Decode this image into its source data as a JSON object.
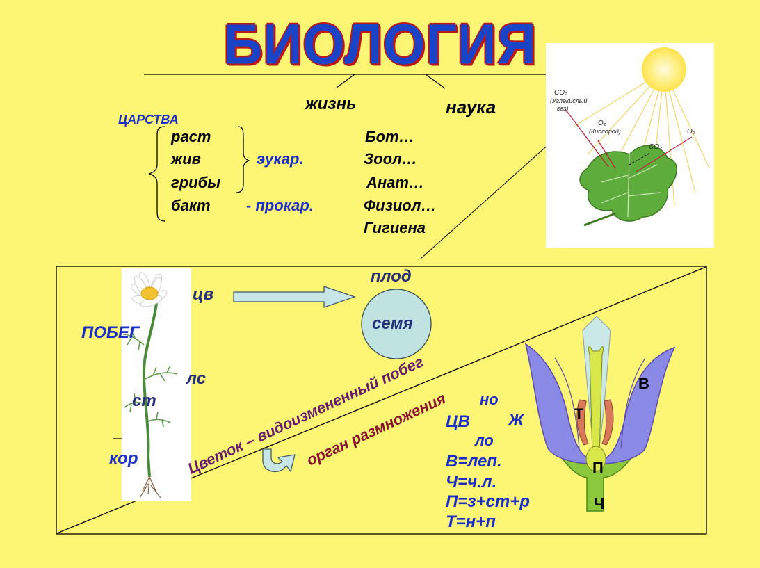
{
  "title": "БИОЛОГИЯ",
  "branches": {
    "left": "жизнь",
    "right": "наука"
  },
  "kingdoms_vertical": "ЦАРСТВА",
  "kingdoms": [
    "раст",
    "жив",
    "грибы",
    "бакт"
  ],
  "eukaryotes_label": "эукар.",
  "prokaryotes_label": "- прокар.",
  "sciences": [
    "Бот…",
    "Зоол…",
    "Анат…",
    "Физиол…",
    "Гигиена"
  ],
  "photosynthesis_labels": {
    "co2": "CO₂",
    "co2_note_1": "(Углекислый",
    "co2_note_2": "газ)",
    "o2": "O₂",
    "o2_note": "(Кислород)",
    "o2_out": "O₂",
    "co2_in": "CO₂"
  },
  "plant": {
    "shoot_vertical": "ПОБЕГ",
    "flower_abbr": "цв",
    "leaf_abbr": "лс",
    "stem_abbr": "ст",
    "root_abbr": "кор",
    "fruit": "плод",
    "seed": "семя"
  },
  "diagonal_texts": {
    "modified_shoot": "Цветок – видоизмененный побег",
    "reproduction": "орган размножения"
  },
  "formula": {
    "top": "но",
    "left": "ЦВ",
    "right": "Ж",
    "bottom": "ло",
    "lines": [
      "В=леп.",
      "Ч=ч.л.",
      "П=з+ст+р",
      "Т=н+п"
    ]
  },
  "flower_parts": {
    "v": "В",
    "t": "Т",
    "p": "П",
    "ch": "Ч"
  },
  "colors": {
    "background": "#fdf574",
    "title_fill": "#1a44c8",
    "title_outline": "#b81818",
    "blue_text": "#1a2ec8",
    "purple_text": "#6a1a6a",
    "maroon_text": "#8a1030",
    "seed_circle": "#bfe3e0"
  }
}
